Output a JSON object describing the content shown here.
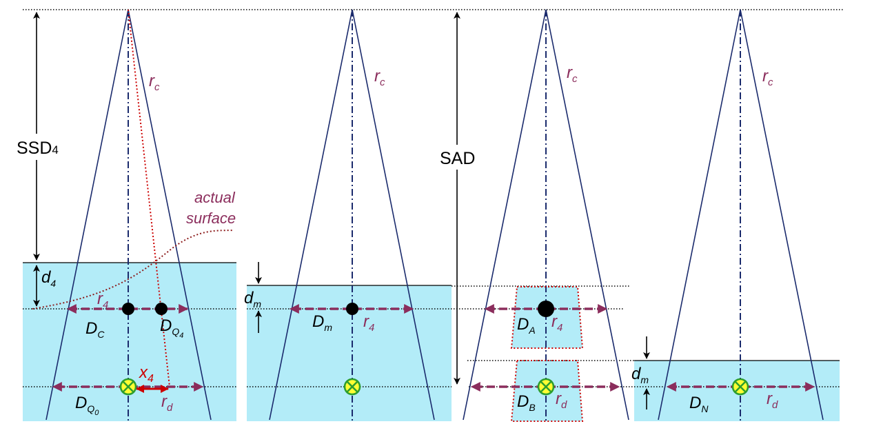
{
  "colors": {
    "water": "#b3ecf8",
    "beam": "#1a2a6c",
    "axis": "#1a2a6c",
    "dim_arrow": "#8b2d5c",
    "red": "#cc0000",
    "detector_fill": "#ffff33",
    "detector_ring": "#2e9e2e"
  },
  "labels": {
    "ssd4": "SSD",
    "ssd4_sub": "4",
    "sad": "SAD",
    "rc": "r",
    "rc_sub": "c",
    "r4": "r",
    "r4_sub": "4",
    "rd": "r",
    "rd_sub": "d",
    "d4": "d",
    "d4_sub": "4",
    "dm": "d",
    "dm_sub": "m",
    "x4": "x",
    "x4_sub": "4",
    "actual_line1": "actual",
    "actual_line2": "surface",
    "DC": "D",
    "DC_sub": "C",
    "DQ4": "D",
    "DQ4_sub": "Q",
    "DQ4_subsub": "4",
    "DQ0": "D",
    "DQ0_sub": "Q",
    "DQ0_subsub": "0",
    "Dm": "D",
    "Dm_sub": "m",
    "DA": "D",
    "DA_sub": "A",
    "DB": "D",
    "DB_sub": "B",
    "DN": "D",
    "DN_sub": "N"
  }
}
